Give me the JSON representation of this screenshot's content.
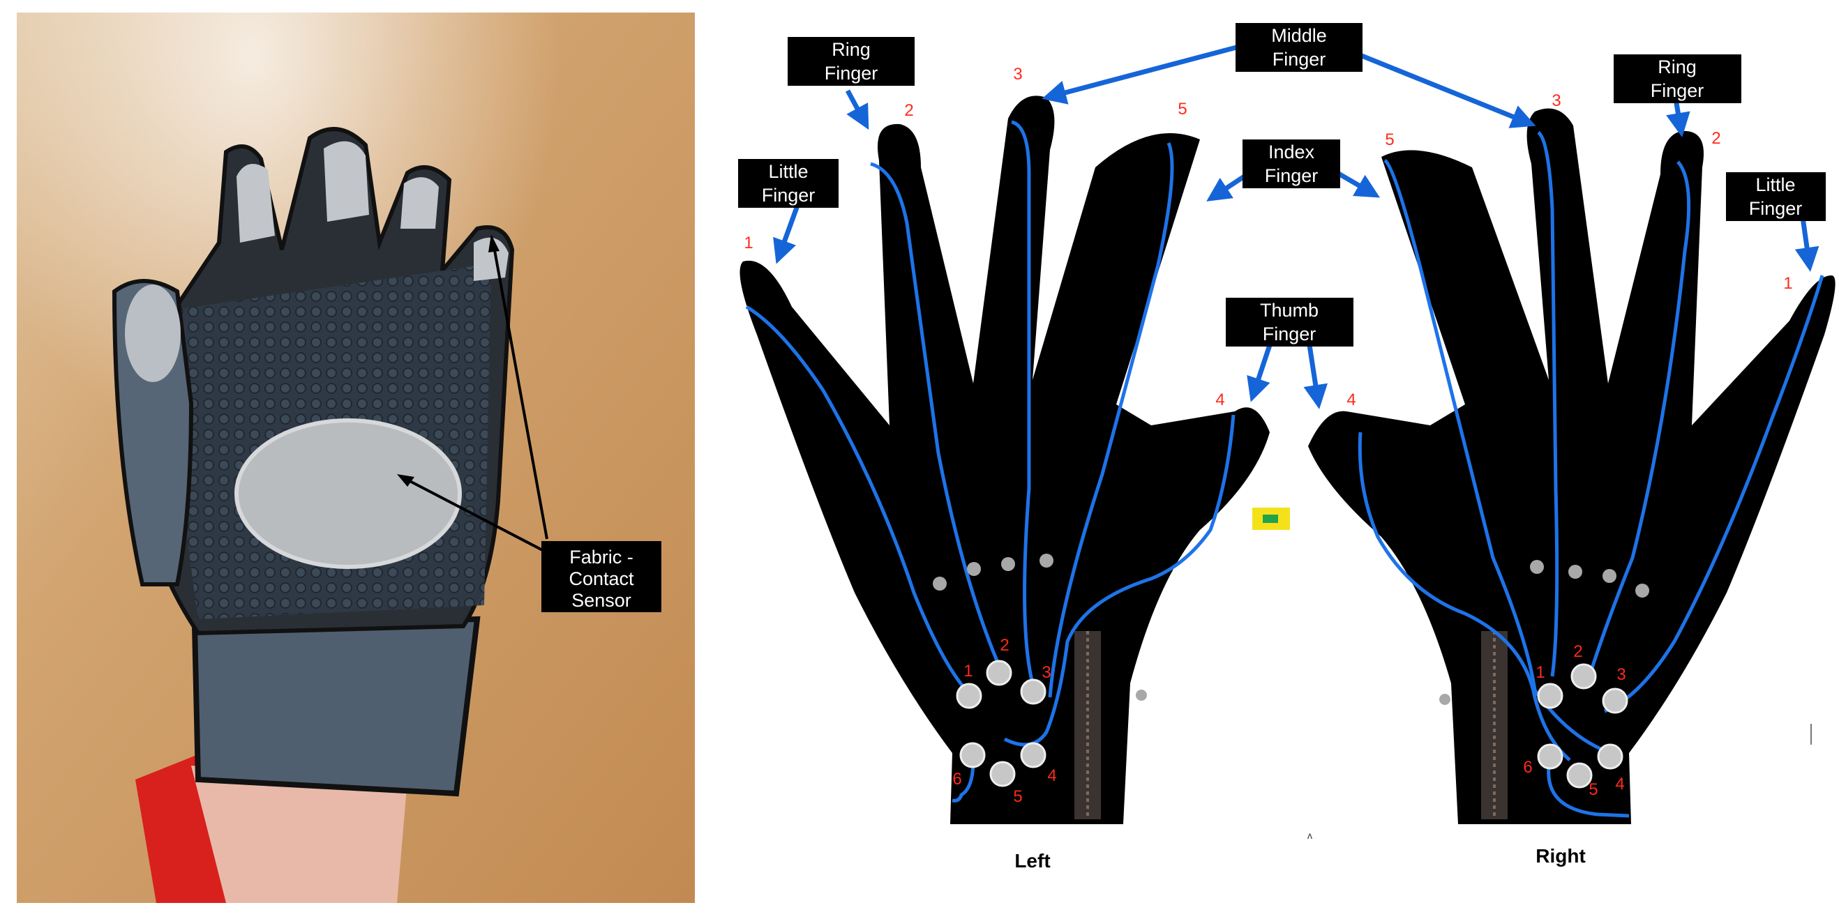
{
  "photo": {
    "callout": [
      "Fabric -",
      "Contact",
      "Sensor"
    ]
  },
  "diagram": {
    "labels": {
      "middle_left": [
        "Middle",
        "Finger"
      ],
      "ring_left": [
        "Ring",
        "Finger"
      ],
      "little_left": [
        "Little",
        "Finger"
      ],
      "index": [
        "Index",
        "Finger"
      ],
      "thumb": [
        "Thumb",
        "Finger"
      ],
      "ring_right": [
        "Ring",
        "Finger"
      ],
      "little_right": [
        "Little",
        "Finger"
      ]
    },
    "left_hand": {
      "title": "Left",
      "fingertip_numbers": [
        "1",
        "2",
        "3",
        "5",
        "4"
      ],
      "sensor_numbers": [
        "1",
        "2",
        "3",
        "6",
        "5",
        "4"
      ]
    },
    "right_hand": {
      "title": "Right",
      "fingertip_numbers": [
        "5",
        "3",
        "2",
        "1",
        "4"
      ],
      "sensor_numbers": [
        "2",
        "1",
        "3",
        "6",
        "5",
        "4"
      ]
    },
    "colors": {
      "arrow": "#1565d8",
      "trace": "#1e73e8",
      "number": "#ff2a1a",
      "hand": "#000000",
      "label_box": "#000000"
    }
  }
}
